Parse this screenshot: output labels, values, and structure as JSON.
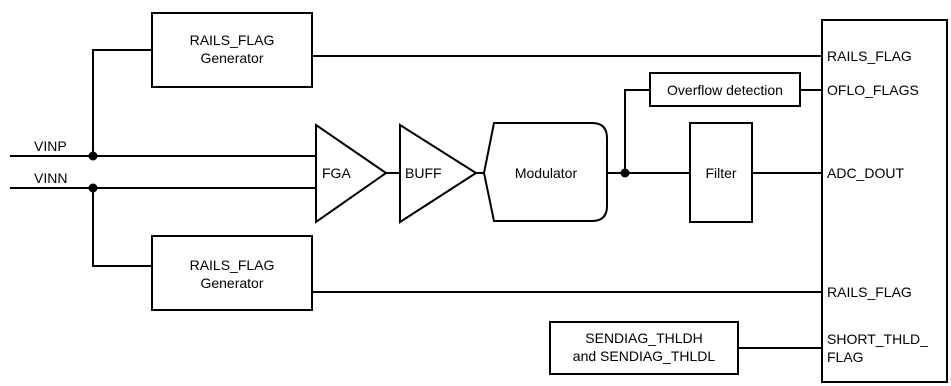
{
  "inputs": {
    "vinp": "VINP",
    "vinn": "VINN"
  },
  "blocks": {
    "rails_gen_top": {
      "line1": "RAILS_FLAG",
      "line2": "Generator"
    },
    "rails_gen_bottom": {
      "line1": "RAILS_FLAG",
      "line2": "Generator"
    },
    "fga": "FGA",
    "buff": "BUFF",
    "modulator": "Modulator",
    "overflow": "Overflow detection",
    "filter": "Filter",
    "sendiag": {
      "line1": "SENDIAG_THLDH",
      "line2": "and SENDIAG_THLDL"
    }
  },
  "outputs": {
    "rails_flag_top": "RAILS_FLAG",
    "oflo_flags": "OFLO_FLAGS",
    "adc_dout": "ADC_DOUT",
    "rails_flag_bottom": "RAILS_FLAG",
    "short_line1": "SHORT_THLD_",
    "short_line2": "FLAG"
  }
}
